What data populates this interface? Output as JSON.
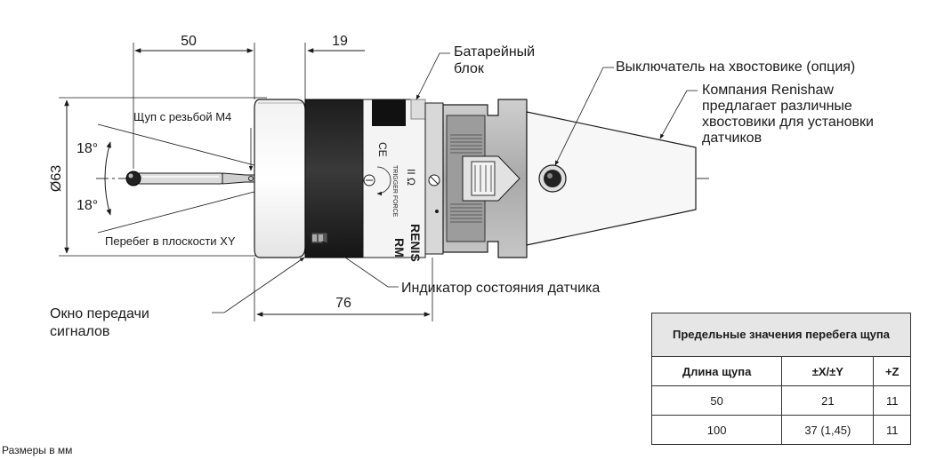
{
  "dimensions": {
    "d50": "50",
    "d19": "19",
    "d76": "76",
    "diameter": "Ø63",
    "angle_top": "18°",
    "angle_bottom": "18°"
  },
  "callouts": {
    "battery_line1": "Батарейный",
    "battery_line2": "блок",
    "switch": "Выключатель на хвостовике (опция)",
    "renishaw_line1": "Компания Renishaw",
    "renishaw_line2": "предлагает различные",
    "renishaw_line3": "хвостовики для установки",
    "renishaw_line4": "датчиков",
    "stylus_m4": "Щуп с резьбой M4",
    "overtravel_xy": "Перебег в плоскости XY",
    "indicator": "Индикатор состояния датчика",
    "window_line1": "Окно передачи",
    "window_line2": "сигналов"
  },
  "probe_marks": {
    "brand_partial": "RENIS",
    "model_partial": "RM",
    "ce": "CE",
    "trigger_force": "TRIGGER FORCE",
    "small_mark": "II Ω"
  },
  "table": {
    "title": "Предельные значения перебега щупа",
    "headers": [
      "Длина щупа",
      "±X/±Y",
      "+Z"
    ],
    "rows": [
      [
        "50",
        "21",
        "11"
      ],
      [
        "100",
        "37 (1,45)",
        "11"
      ]
    ]
  },
  "units_note": "Размеры в мм",
  "colors": {
    "probe_dark": "#2b2b2b",
    "probe_light": "#e9e9e9",
    "shank_grey": "#bdbdbd",
    "table_header_bg": "#e6e6e6"
  }
}
